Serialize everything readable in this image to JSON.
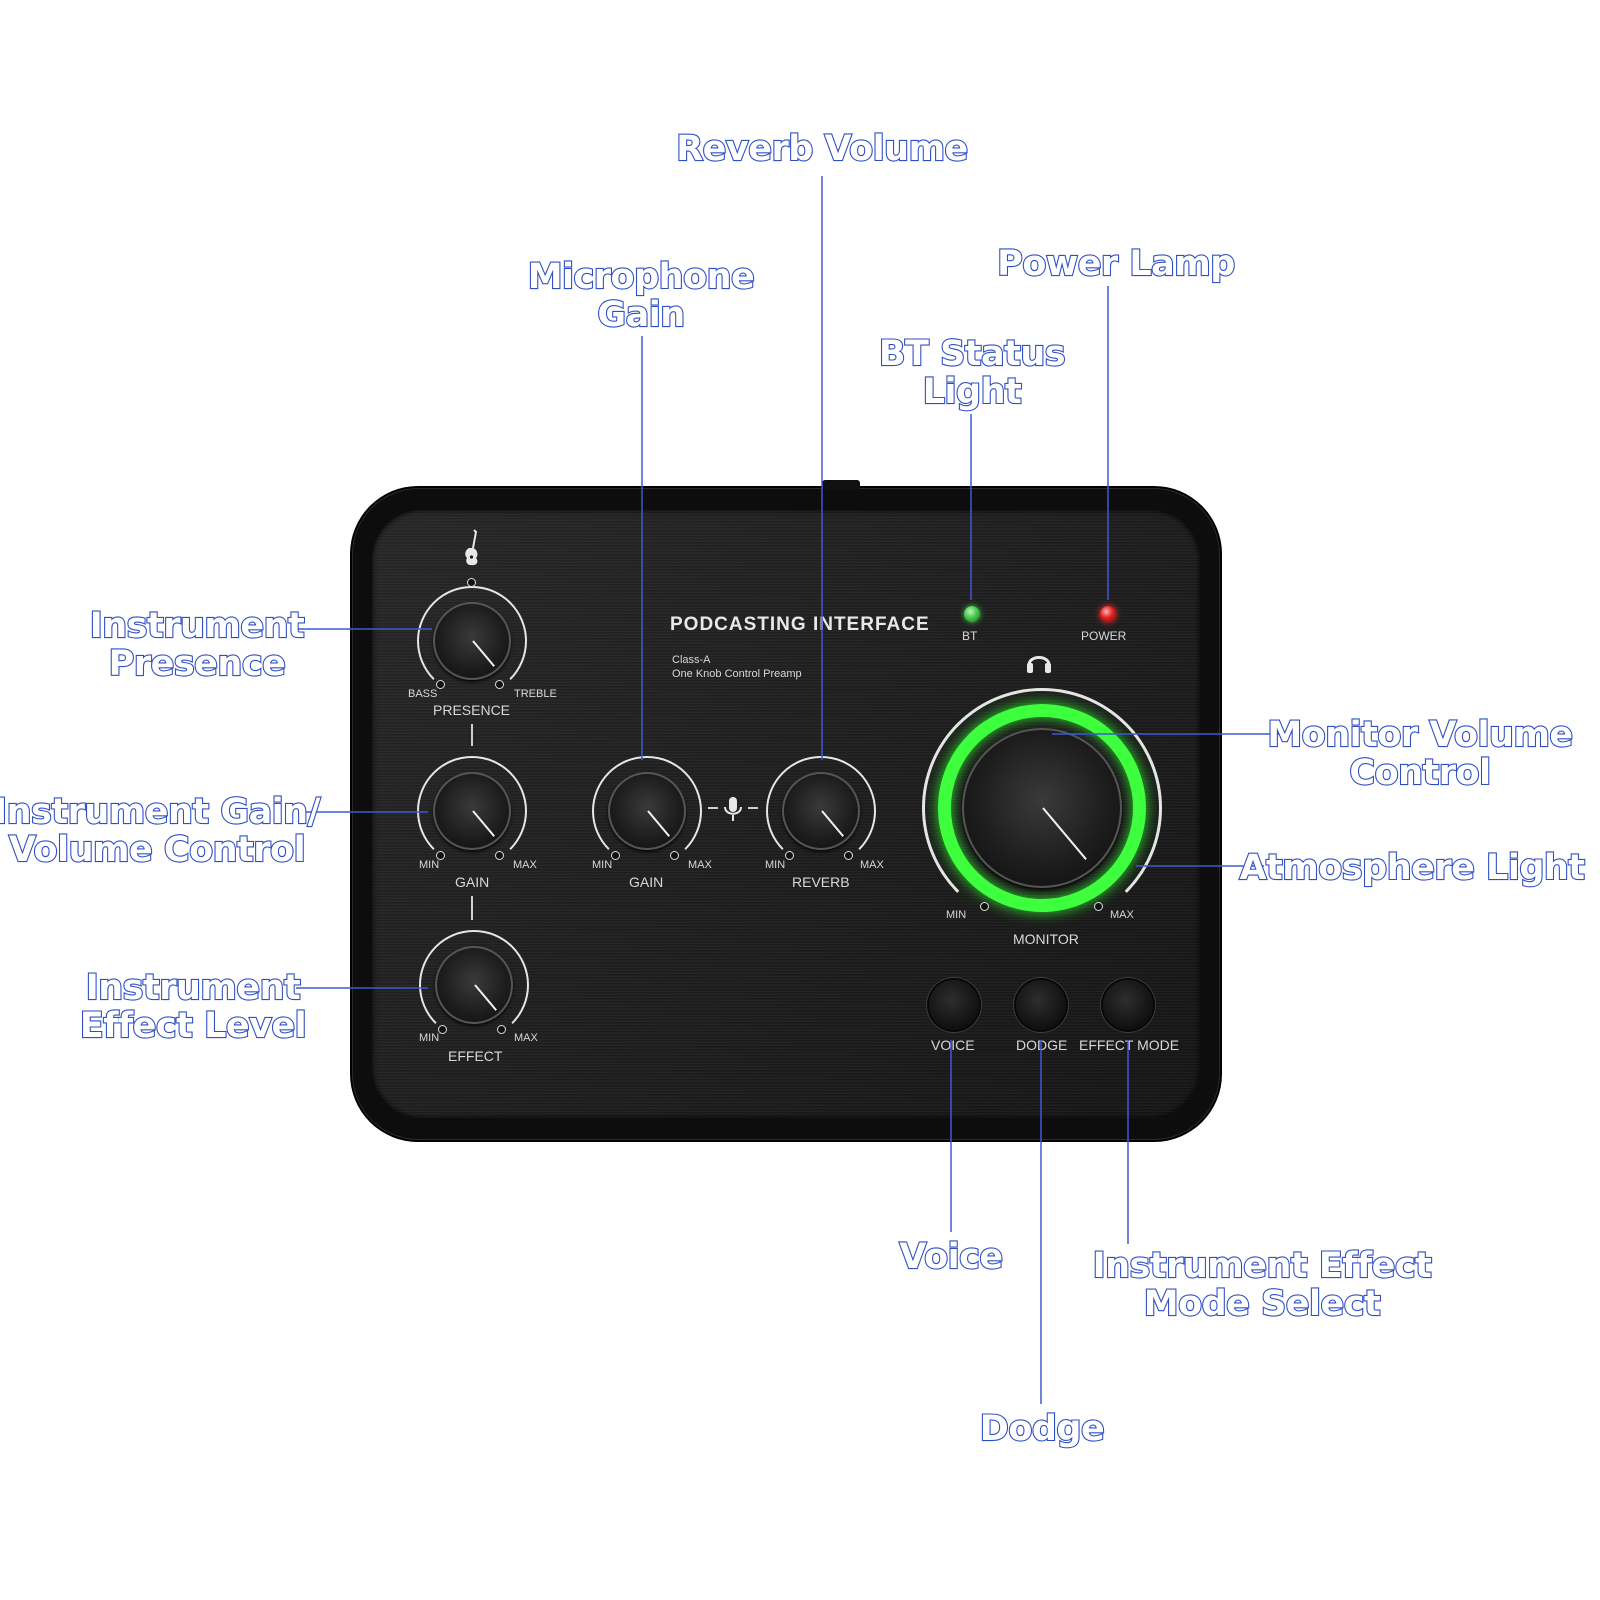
{
  "device": {
    "title": "PODCASTING INTERFACE",
    "subtitle_line1": "Class-A",
    "subtitle_line2": "One Knob Control Preamp",
    "indicators": {
      "bt_label": "BT",
      "power_label": "POWER",
      "bt_color": "#46c84a",
      "power_color": "#e02020"
    },
    "instrument": {
      "presence": {
        "label": "PRESENCE",
        "min_label": "BASS",
        "max_label": "TREBLE"
      },
      "gain": {
        "label": "GAIN",
        "min_label": "MIN",
        "max_label": "MAX"
      },
      "effect": {
        "label": "EFFECT",
        "min_label": "MIN",
        "max_label": "MAX"
      },
      "icon": "guitar-icon"
    },
    "microphone": {
      "gain": {
        "label": "GAIN",
        "min_label": "MIN",
        "max_label": "MAX"
      },
      "reverb": {
        "label": "REVERB",
        "min_label": "MIN",
        "max_label": "MAX"
      },
      "icon": "microphone-icon"
    },
    "monitor": {
      "label": "MONITOR",
      "min_label": "MIN",
      "max_label": "MAX",
      "icon": "headphones-icon",
      "ring_color": "#3dff3d"
    },
    "buttons": {
      "voice": "VOICE",
      "dodge": "DODGE",
      "effect_mode": "EFFECT MODE"
    }
  },
  "callouts": {
    "reverb_volume": "Reverb Volume",
    "microphone_gain": [
      "Microphone",
      "Gain"
    ],
    "power_lamp": "Power Lamp",
    "bt_status_light": [
      "BT Status",
      "Light"
    ],
    "instrument_presence": [
      "Instrument",
      "Presence"
    ],
    "instrument_gain": [
      "Instrument Gain/",
      "Volume Control"
    ],
    "instrument_effect_level": [
      "Instrument",
      "Effect Level"
    ],
    "monitor_volume_control": [
      "Monitor Volume",
      "Control"
    ],
    "atmosphere_light": "Atmosphere Light",
    "voice": "Voice",
    "instrument_effect_mode_select": [
      "Instrument Effect",
      "Mode Select"
    ],
    "dodge": "Dodge",
    "line_color": "#3b5bd1"
  }
}
